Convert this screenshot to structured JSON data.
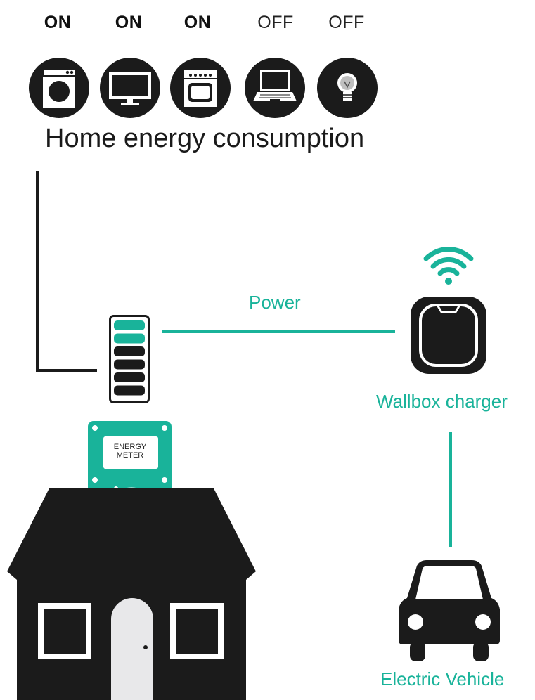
{
  "appliances": [
    {
      "state": "ON",
      "icon": "washing-machine-icon"
    },
    {
      "state": "ON",
      "icon": "tv-icon"
    },
    {
      "state": "ON",
      "icon": "oven-icon"
    },
    {
      "state": "OFF",
      "icon": "laptop-icon"
    },
    {
      "state": "OFF",
      "icon": "light-bulb-icon"
    }
  ],
  "title": "Home energy consumption",
  "power_label": "Power",
  "charger_label": "Wallbox charger",
  "vehicle_label": "Electric Vehicle",
  "meter_label_line1": "ENERGY",
  "meter_label_line2": "METER",
  "battery_level": {
    "filled": 2,
    "total": 6
  },
  "colors": {
    "accent": "#19b39a",
    "dark": "#1b1b1b",
    "door": "#e8e8ea"
  }
}
